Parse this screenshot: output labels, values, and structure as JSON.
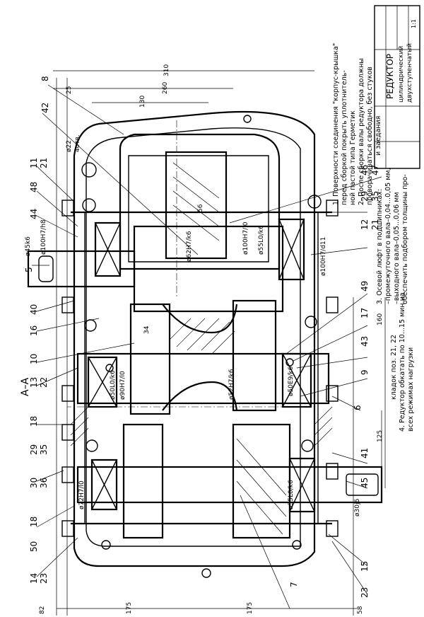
{
  "section": {
    "label": "А–А"
  },
  "title_block": {
    "title": "РЕДУКТОР",
    "subtitle_1": "цилиндрический",
    "subtitle_2": "двухступенчатый",
    "scale": "1:1"
  },
  "notes": [
    "1. Поверхности соединения \"корпус-крышка\"",
    "перед сборкой покрыть уплотнитель-",
    "ной пастой типа Герметик",
    "2. После сборки валы редуктора должны",
    "проворачиваться свободно, без стуков",
    "и заедания",
    "3. Осевой люфт в подшипниках:",
    "–промежуточного вала–0,04...0,05 мм,",
    "–выходного вала–0,05...0,06 мм",
    "обеспечить подбором толщины про-",
    "кладок поз. 21, 22",
    "4. Редуктор обкатать по 10...15 мин на",
    "всех режимах нагрузки"
  ],
  "part_numbers": {
    "p8": "8",
    "p42": "42",
    "p11": "11",
    "p21a": "21",
    "p48": "48",
    "p44": "44",
    "p5": "5",
    "p40": "40",
    "p16": "16",
    "p10": "10",
    "p13": "13",
    "p22": "22",
    "p18a": "18",
    "p29a": "29",
    "p35a": "35",
    "p30": "30",
    "p36": "36",
    "p18b": "18",
    "p50": "50",
    "p14": "14",
    "p23a": "23",
    "p46": "46",
    "p47": "47",
    "p29b": "29",
    "p35b": "35",
    "p12": "12",
    "p21b": "21",
    "p49": "49",
    "p17": "17",
    "p43": "43",
    "p9": "9",
    "p6": "6",
    "p41": "41",
    "p45": "45",
    "p15": "15",
    "p23b": "23",
    "p7": "7"
  },
  "dimensions": {
    "d310": "310",
    "d25": "25",
    "d260": "260",
    "d130": "130",
    "d56": "56",
    "d22": "ø22",
    "d4otv": "4отв.",
    "d45k6": "ø45k6",
    "d100h7h8": "ø100H7/h8",
    "d62h7k6": "ø62H7/k6",
    "d100h7l0": "ø100H7/l0",
    "d55l0k6": "ø55L0/k6",
    "d100h7d11": "ø100H7/d11",
    "d160": "160",
    "d34": "34",
    "d50l0k6": "ø50L0/k6",
    "d90h7l0": "ø90H7/l0",
    "d52h7k6": "ø52H7/k6",
    "d50e9k6": "ø50E9/k6",
    "d125": "125",
    "d72h7l0": "ø72H7/l0",
    "d35l0k6": "ø35L0/k6",
    "d30j6": "ø30j6",
    "d82": "82",
    "d175a": "175",
    "d175b": "175",
    "d58": "58"
  },
  "colors": {
    "ink": "#000000",
    "paper": "#ffffff"
  }
}
